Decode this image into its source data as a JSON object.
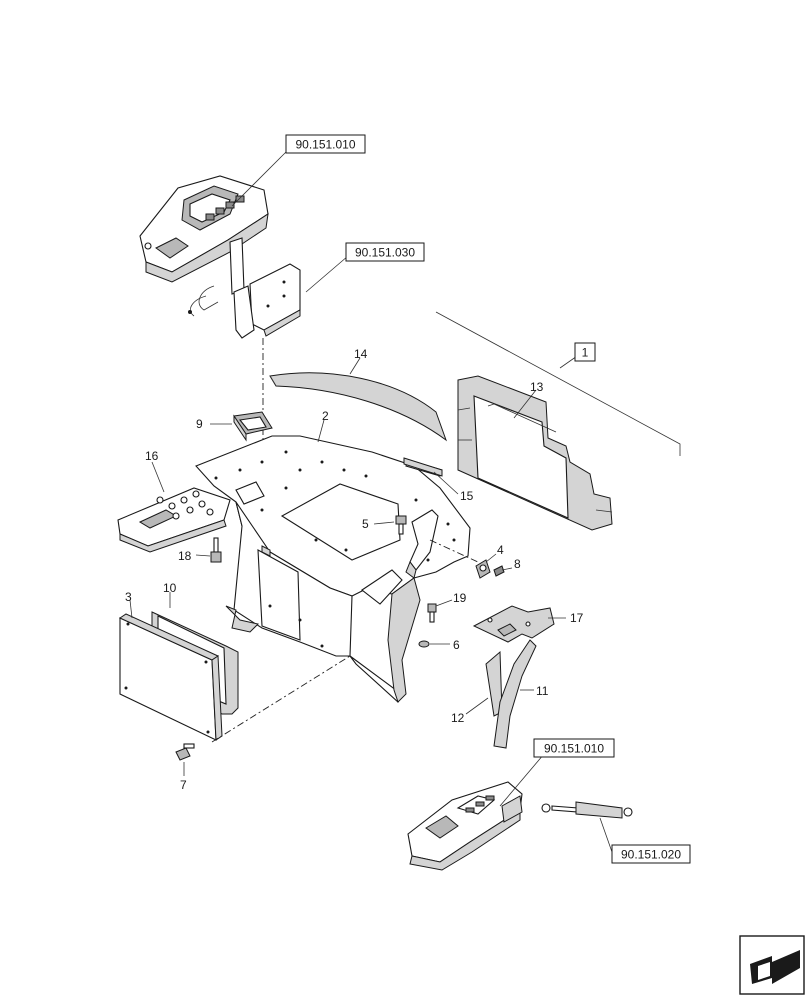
{
  "refs": {
    "r1": "90.151.010",
    "r2": "90.151.030",
    "r3": "1",
    "r4": "90.151.010",
    "r5": "90.151.020"
  },
  "callouts": {
    "c1": "1",
    "c2": "2",
    "c3": "3",
    "c4": "4",
    "c5": "5",
    "c6": "6",
    "c7": "7",
    "c8": "8",
    "c9": "9",
    "c10": "10",
    "c11": "11",
    "c12": "12",
    "c13": "13",
    "c14": "14",
    "c15": "15",
    "c16": "16",
    "c17": "17",
    "c18": "18",
    "c19": "19"
  },
  "icons": {
    "nav": "page-arrow-icon"
  }
}
